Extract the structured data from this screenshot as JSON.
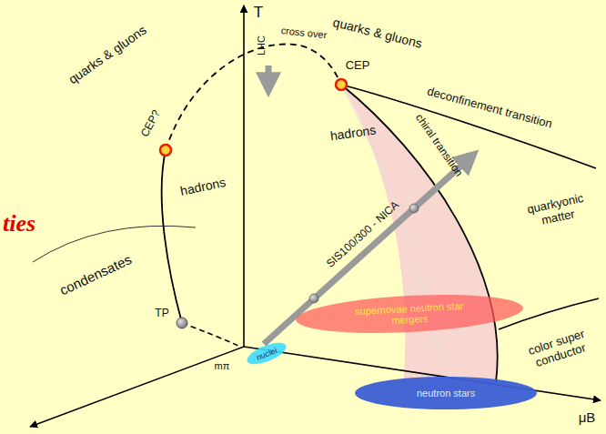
{
  "diagram": {
    "nodes": [
      {
        "text": [
          "supernovae neutron star mergers"
        ]
      },
      {
        "text": [
          "nuclei"
        ]
      },
      {
        "text": [
          "neutron stars"
        ]
      }
    ],
    "labels": [
      "ties",
      "T",
      "LHC",
      "quarks & gluons",
      "quarks & gluons",
      "cross over",
      "CEP?",
      "CEP",
      "deconfinement transition",
      "hadrons",
      "hadrons",
      "chiral transition",
      "quarkyonic matter",
      "TP",
      "condensates",
      "SIS100/300 - NICA",
      "mπ",
      "color super conductor",
      "μB"
    ]
  }
}
